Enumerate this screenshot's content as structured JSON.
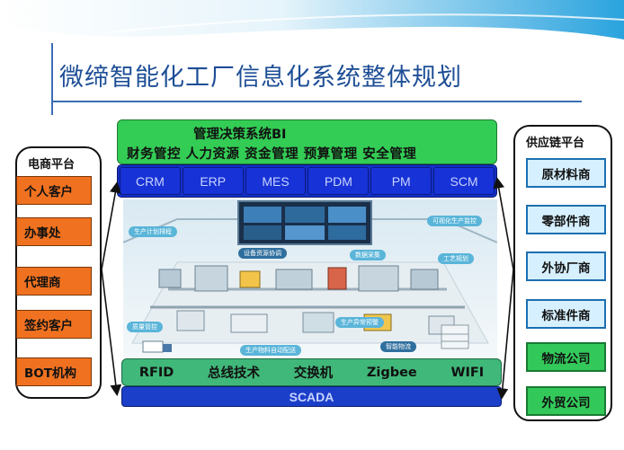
{
  "title": "微缔智能化工厂信息化系统整体规划",
  "left_panel": {
    "title": "电商平台",
    "items": [
      "个人客户",
      "办事处",
      "代理商",
      "签约客户",
      "BOT机构"
    ]
  },
  "right_panel": {
    "title": "供应链平台",
    "items": [
      "原材料商",
      "零部件商",
      "外协厂商",
      "标准件商",
      "物流公司",
      "外贸公司"
    ]
  },
  "bi_layer": {
    "title": "管理决策系统BI",
    "modules": "财务管控  人力资源 资金管理  预算管理  安全管理"
  },
  "systems": [
    "CRM",
    "ERP",
    "MES",
    "PDM",
    "PM",
    "SCM"
  ],
  "factory_tags": [
    "生产计划排程",
    "设备资源协调",
    "可视化生产监控",
    "数据采集",
    "工艺规划",
    "质量管控",
    "生产异常预警",
    "生产物料自动配送",
    "智能物流"
  ],
  "technologies": [
    "RFID",
    "总线技术",
    "交换机",
    "Zigbee",
    "WIFI"
  ],
  "base_layer": "SCADA",
  "colors": {
    "title": "#1d4e96",
    "orange_box": "#f07220",
    "light_blue_box": "#d6f0ff",
    "green_box": "#33c95a",
    "bi_green": "#33cc55",
    "system_blue": "#1530c8",
    "tech_green": "#40b87a"
  }
}
